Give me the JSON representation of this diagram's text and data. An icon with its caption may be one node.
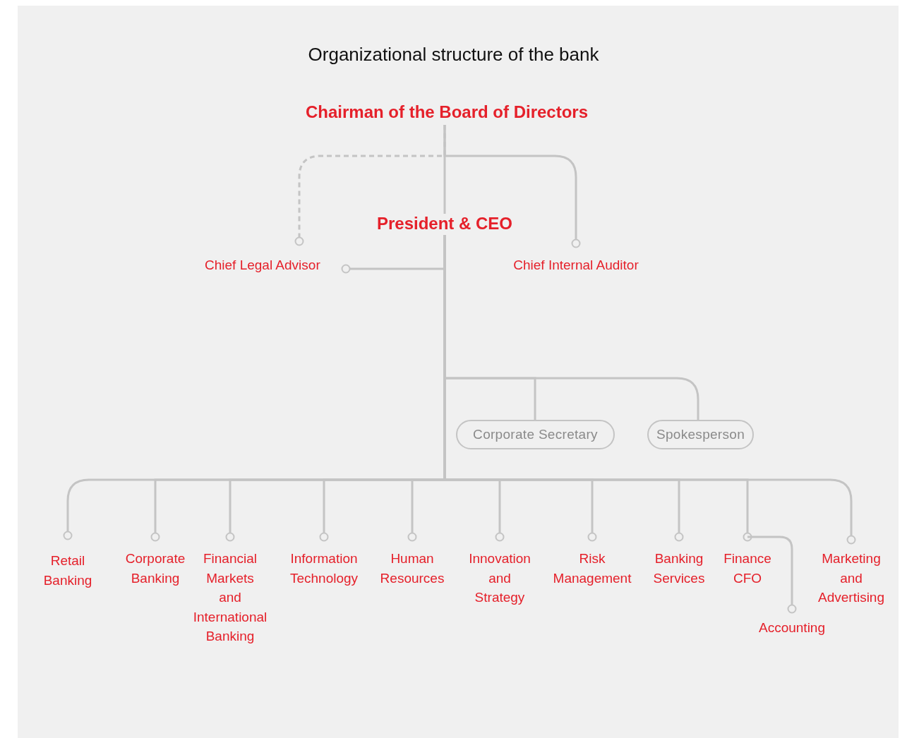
{
  "diagram": {
    "title": "Organizational structure of the bank",
    "nodes": [
      {
        "text": [
          "Chairman of the Board of Directors"
        ]
      },
      {
        "text": [
          "President & CEO"
        ]
      },
      {
        "text": [
          "Chief Legal Advisor"
        ]
      },
      {
        "text": [
          "Chief Internal Auditor"
        ]
      },
      {
        "text": [
          "Corporate Secretary"
        ]
      },
      {
        "text": [
          "Spokesperson"
        ]
      },
      {
        "text": [
          "Retail Banking"
        ]
      },
      {
        "text": [
          "Corporate Banking"
        ]
      },
      {
        "text": [
          "Financial Markets and International Banking"
        ]
      },
      {
        "text": [
          "Information Technology"
        ]
      },
      {
        "text": [
          "Human Resources"
        ]
      },
      {
        "text": [
          "Innovation and Strategy"
        ]
      },
      {
        "text": [
          "Risk Management"
        ]
      },
      {
        "text": [
          "Banking Services"
        ]
      },
      {
        "text": [
          "Finance CFO"
        ]
      },
      {
        "text": [
          "Marketing and Advertising"
        ]
      },
      {
        "text": [
          "Accounting"
        ]
      }
    ],
    "edges": [
      {
        "from": 0,
        "to": 1,
        "arrow": "none"
      },
      {
        "from": 0,
        "to": 2,
        "arrow": "other",
        "style": "dashed"
      },
      {
        "from": 0,
        "to": 3,
        "arrow": "other"
      },
      {
        "from": 1,
        "to": 2,
        "arrow": "other"
      },
      {
        "from": 1,
        "to": 4,
        "arrow": "none"
      },
      {
        "from": 1,
        "to": 5,
        "arrow": "none"
      },
      {
        "from": 1,
        "to": 6,
        "arrow": "other"
      },
      {
        "from": 1,
        "to": 7,
        "arrow": "other"
      },
      {
        "from": 1,
        "to": 8,
        "arrow": "other"
      },
      {
        "from": 1,
        "to": 9,
        "arrow": "other"
      },
      {
        "from": 1,
        "to": 10,
        "arrow": "other"
      },
      {
        "from": 1,
        "to": 11,
        "arrow": "other"
      },
      {
        "from": 1,
        "to": 12,
        "arrow": "other"
      },
      {
        "from": 1,
        "to": 13,
        "arrow": "other"
      },
      {
        "from": 1,
        "to": 14,
        "arrow": "other"
      },
      {
        "from": 1,
        "to": 15,
        "arrow": "other"
      },
      {
        "from": 14,
        "to": 16,
        "arrow": "other"
      }
    ]
  }
}
